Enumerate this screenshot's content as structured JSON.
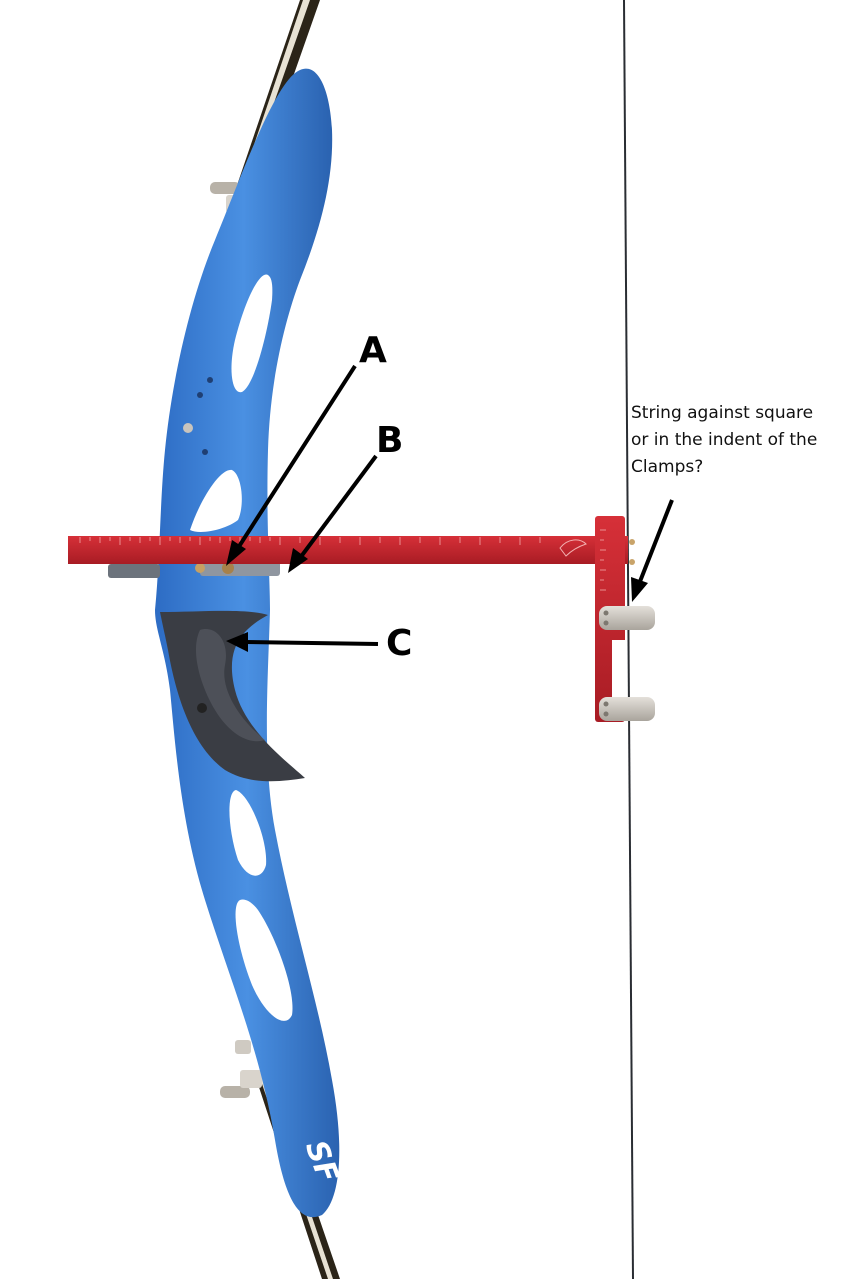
{
  "photo": {
    "subject": "recurve bow with bow square",
    "colors": {
      "riser": "#3a7fd6",
      "riser_dark": "#2a62b0",
      "grip": "#3a3d44",
      "square": "#c0242d",
      "square_dark": "#8e1820",
      "limb": "#2b2418",
      "string": "#2a2d33",
      "clamp": "#c9c4bd",
      "arrow": "#000000"
    }
  },
  "annotations": {
    "label_a": "A",
    "label_b": "B",
    "label_c": "C",
    "question_lines": [
      "String against square",
      "or in the indent of the",
      "Clamps?"
    ]
  },
  "logo": {
    "text": "SF"
  }
}
